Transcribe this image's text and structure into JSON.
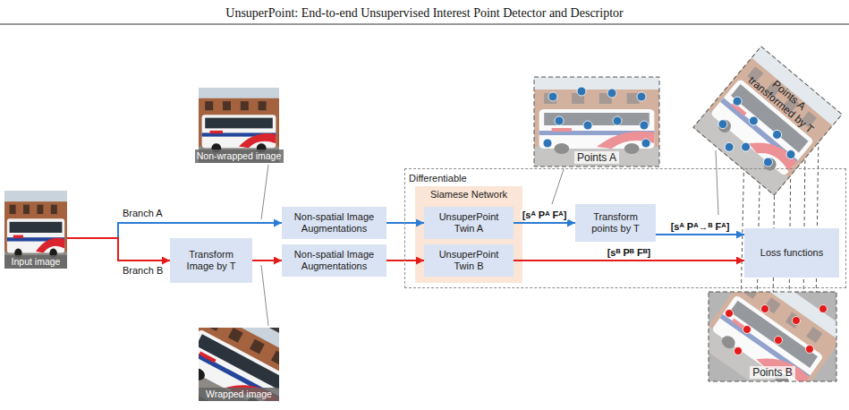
{
  "diagram": {
    "title": "UnsuperPoint: End-to-end Unsupervised Interest Point Detector and Descriptor",
    "nodes": [
      {
        "text": [
          "Input image"
        ]
      },
      {
        "text": [
          "Non-wrapped image"
        ]
      },
      {
        "text": [
          "Transform Image by T"
        ]
      },
      {
        "text": [
          "Non-spatial Image Augmentations"
        ]
      },
      {
        "text": [
          "Non-spatial Image Augmentations"
        ]
      },
      {
        "text": [
          "Wrapped image"
        ]
      },
      {
        "text": [
          "Differentiable"
        ]
      },
      {
        "text": [
          "Siamese Network"
        ],
        "in": 6
      },
      {
        "text": [
          "UnsuperPoint Twin A"
        ],
        "in": 7
      },
      {
        "text": [
          "UnsuperPoint Twin B"
        ],
        "in": 7
      },
      {
        "text": [
          "Points A"
        ]
      },
      {
        "text": [
          "Transform points by T"
        ],
        "in": 6
      },
      {
        "text": [
          "Points A transformed by T"
        ]
      },
      {
        "text": [
          "Loss functions"
        ],
        "in": 6
      },
      {
        "text": [
          "Points B"
        ]
      }
    ],
    "edges": [
      {
        "from": 0,
        "to": 3,
        "arrow": "to"
      },
      {
        "from": 0,
        "to": 2,
        "arrow": "to"
      },
      {
        "from": 2,
        "to": 4,
        "arrow": "to"
      },
      {
        "from": 3,
        "to": 8,
        "arrow": "to"
      },
      {
        "from": 4,
        "to": 9,
        "arrow": "to"
      },
      {
        "from": 8,
        "to": 11,
        "arrow": "to",
        "label": "[sᴬ Pᴬ Fᴬ]"
      },
      {
        "from": 11,
        "to": 13,
        "arrow": "to",
        "label": "[sᴬ Pᴬ→ᴮ Fᴬ]"
      },
      {
        "from": 9,
        "to": 13,
        "arrow": "to",
        "label": "[sᴮ Pᴮ Fᴮ]"
      }
    ],
    "labels": [
      "Branch A",
      "Branch B"
    ]
  }
}
